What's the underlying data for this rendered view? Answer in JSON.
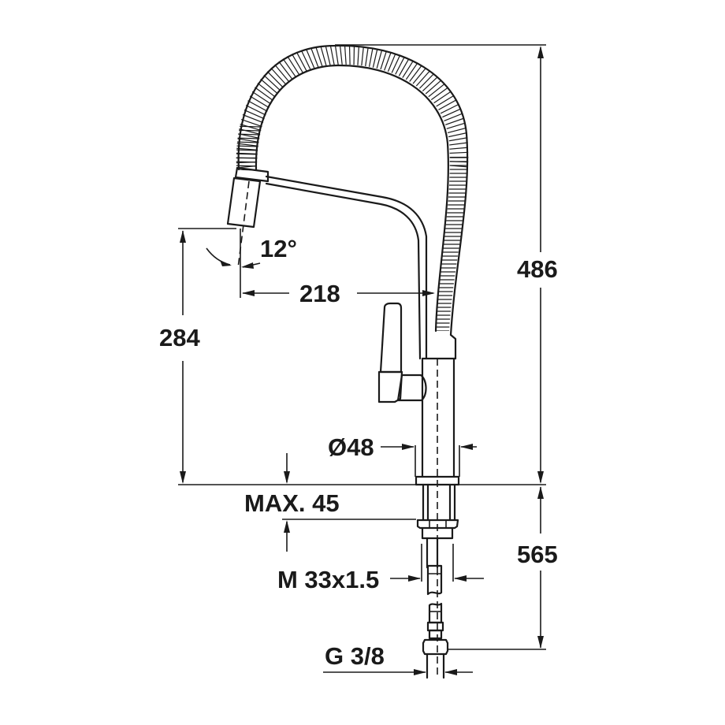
{
  "drawing": {
    "subject": "Pull-out kitchen mixer tap technical drawing",
    "line_color": "#1a1a1a",
    "background": "#ffffff",
    "units": "mm"
  },
  "dimensions": {
    "spout_angle": "12°",
    "spout_reach": "218",
    "spout_height": "284",
    "overall_height": "486",
    "body_diameter": "Ø48",
    "max_deck_thickness": "MAX. 45",
    "hose_length": "565",
    "mounting_thread": "M 33x1.5",
    "connection_thread": "G 3/8"
  }
}
